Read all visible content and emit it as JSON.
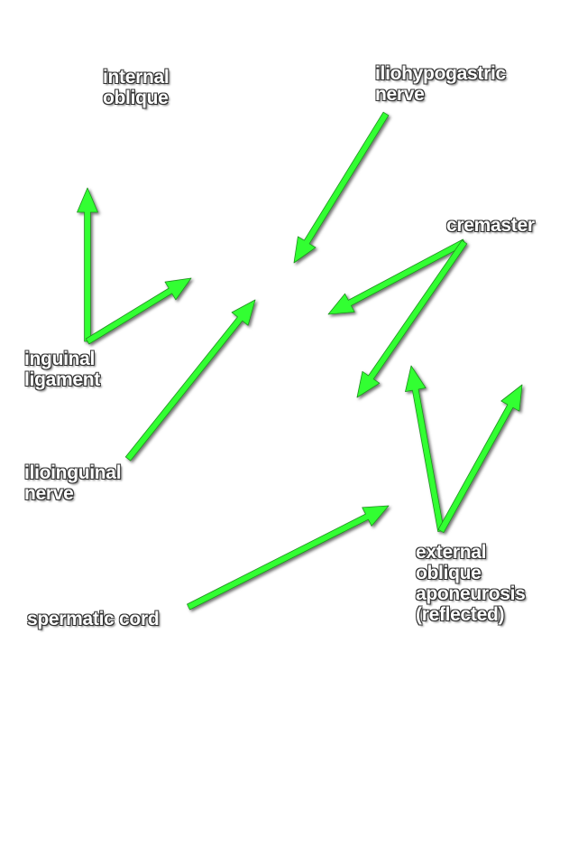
{
  "arrow_color": "#33ff33",
  "labels": {
    "internal_oblique": [
      "internal",
      "oblique"
    ],
    "iliohypogastric_nerve": [
      "iliohypogastric",
      "nerve"
    ],
    "cremaster": [
      "cremaster"
    ],
    "inguinal_ligament": [
      "inguinal",
      "ligament"
    ],
    "ilioinguinal_nerve": [
      "ilioinguinal",
      "nerve"
    ],
    "external_oblique": [
      "external",
      "oblique",
      "aponeurosis",
      "(reflected)"
    ],
    "spermatic_cord": [
      "spermatic cord"
    ]
  }
}
